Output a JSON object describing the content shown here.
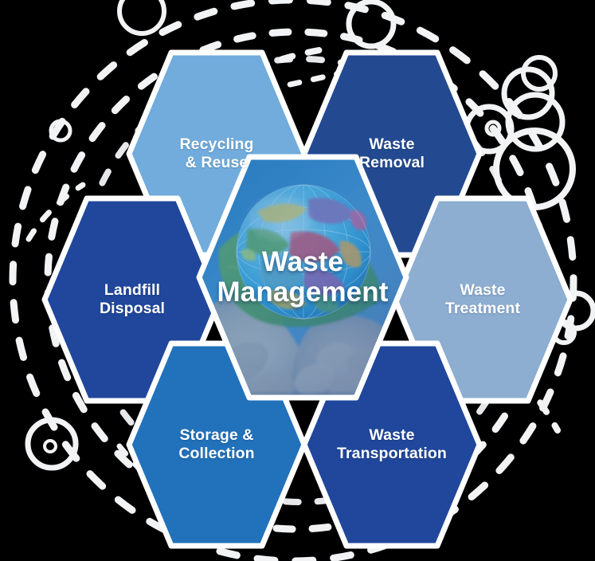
{
  "diagram": {
    "title": "Waste Management",
    "type": "hexagon-cluster-infographic",
    "center": {
      "label_line1": "Waste",
      "label_line2": "Management",
      "image_description": "hands-holding-globe-with-green-leaf-photo",
      "border_color": "#ffffff"
    },
    "petals": [
      {
        "id": "recycling-reuse",
        "label_line1": "Recycling",
        "label_line2": "& Reuse",
        "color": "#71acdc",
        "position": "top-left"
      },
      {
        "id": "waste-removal",
        "label_line1": "Waste",
        "label_line2": "Removal",
        "color": "#234a91",
        "position": "top-right"
      },
      {
        "id": "landfill-disposal",
        "label_line1": "Landfill",
        "label_line2": "Disposal",
        "color": "#20479b",
        "position": "left"
      },
      {
        "id": "waste-treatment",
        "label_line1": "Waste",
        "label_line2": "Treatment",
        "color": "#8dadd1",
        "position": "right"
      },
      {
        "id": "storage-collection",
        "label_line1": "Storage &",
        "label_line2": "Collection",
        "color": "#2271bb",
        "position": "bottom-left"
      },
      {
        "id": "waste-transportation",
        "label_line1": "Waste",
        "label_line2": "Transportation",
        "color": "#20479b",
        "position": "bottom-right"
      }
    ],
    "background": {
      "color": "#000000",
      "decoration": "white-dashed-concentric-circles-and-outline-bubbles",
      "decoration_color": "#f2f4f6"
    }
  }
}
